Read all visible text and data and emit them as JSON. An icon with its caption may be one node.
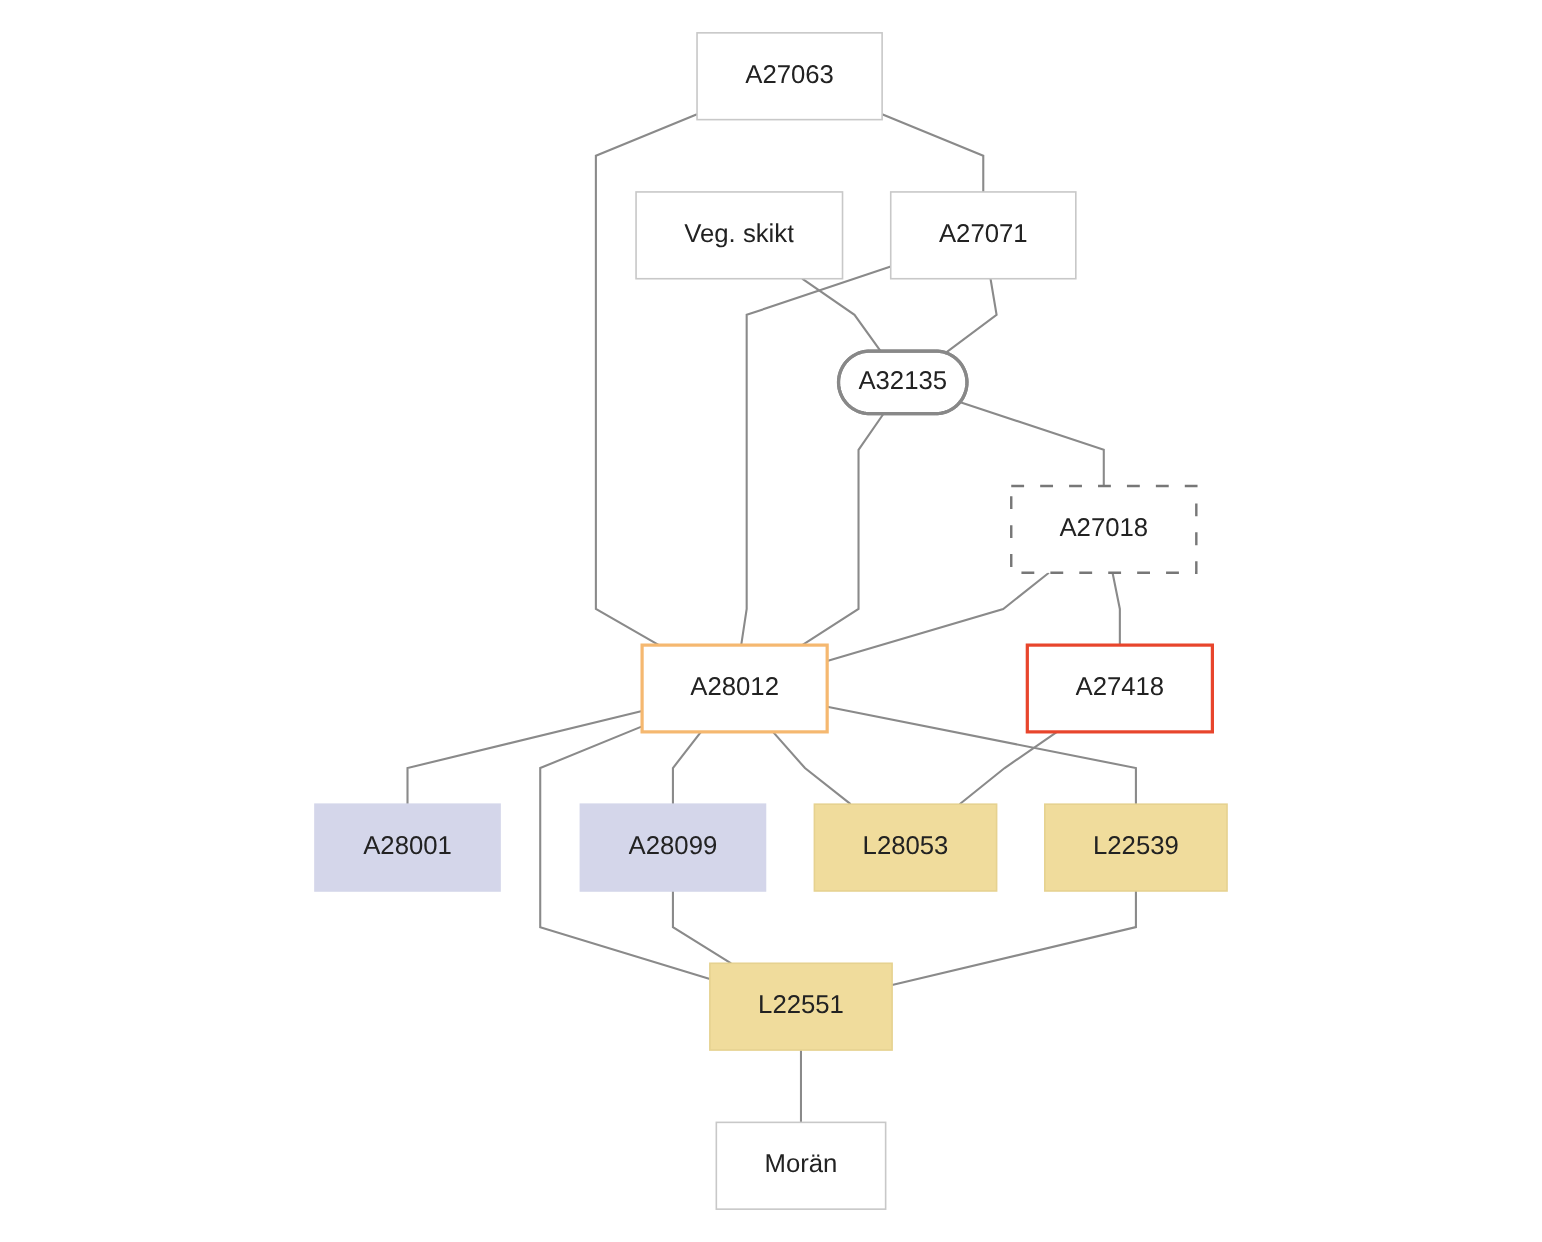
{
  "diagram": {
    "nodes": [
      {
        "text": [
          "Veg. skikt"
        ]
      },
      {
        "text": [
          "A27063"
        ]
      },
      {
        "text": [
          "A27071"
        ]
      },
      {
        "text": [
          "A32135"
        ]
      },
      {
        "text": [
          "A27018"
        ]
      },
      {
        "text": [
          "A28012"
        ]
      },
      {
        "text": [
          "A27418"
        ]
      },
      {
        "text": [
          "A28001"
        ]
      },
      {
        "text": [
          "A28099"
        ]
      },
      {
        "text": [
          "L22539"
        ]
      },
      {
        "text": [
          "L28053"
        ]
      },
      {
        "text": [
          "L22551"
        ]
      },
      {
        "text": [
          "Morän"
        ]
      }
    ],
    "edges": [
      {
        "from": 0,
        "to": 3,
        "arrow": "none"
      },
      {
        "from": 1,
        "to": 2,
        "arrow": "none"
      },
      {
        "from": 2,
        "to": 3,
        "arrow": "none"
      },
      {
        "from": 3,
        "to": 4,
        "arrow": "none"
      },
      {
        "from": 1,
        "to": 5,
        "arrow": "none"
      },
      {
        "from": 2,
        "to": 5,
        "arrow": "none"
      },
      {
        "from": 3,
        "to": 5,
        "arrow": "none"
      },
      {
        "from": 4,
        "to": 5,
        "arrow": "none"
      },
      {
        "from": 4,
        "to": 6,
        "arrow": "none"
      },
      {
        "from": 5,
        "to": 7,
        "arrow": "none"
      },
      {
        "from": 5,
        "to": 8,
        "arrow": "none"
      },
      {
        "from": 5,
        "to": 9,
        "arrow": "none"
      },
      {
        "from": 5,
        "to": 10,
        "arrow": "none"
      },
      {
        "from": 5,
        "to": 11,
        "arrow": "none"
      },
      {
        "from": 6,
        "to": 10,
        "arrow": "none"
      },
      {
        "from": 8,
        "to": 11,
        "arrow": "none"
      },
      {
        "from": 9,
        "to": 11,
        "arrow": "none"
      },
      {
        "from": 11,
        "to": 12,
        "arrow": "none"
      }
    ]
  }
}
